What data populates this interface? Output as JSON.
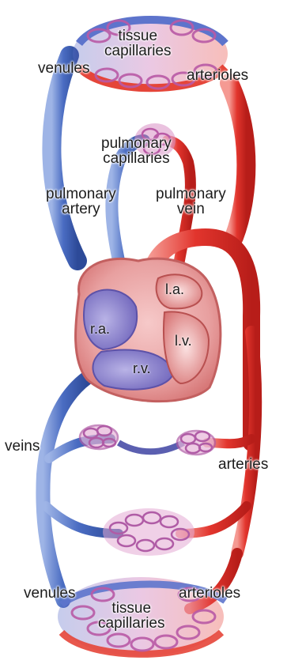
{
  "labels": {
    "top_venules": "venules",
    "top_tissue_capillaries_1": "tissue",
    "top_tissue_capillaries_2": "capillaries",
    "top_arterioles": "arterioles",
    "pulmonary_capillaries_1": "pulmonary",
    "pulmonary_capillaries_2": "capillaries",
    "pulmonary_artery_1": "pulmonary",
    "pulmonary_artery_2": "artery",
    "pulmonary_vein_1": "pulmonary",
    "pulmonary_vein_2": "vein",
    "left_atrium": "l.a.",
    "right_atrium": "r.a.",
    "left_ventricle": "l.v.",
    "right_ventricle": "r.v.",
    "veins": "veins",
    "arteries": "arteries",
    "bottom_venules": "venules",
    "bottom_arterioles": "arterioles",
    "bottom_tissue_capillaries_1": "tissue",
    "bottom_tissue_capillaries_2": "capillaries"
  },
  "colors": {
    "deoxygenated": "#3f63b8",
    "oxygenated": "#e0322b",
    "capillary": "#c765a6",
    "heart_wall": "#e98c8c"
  }
}
